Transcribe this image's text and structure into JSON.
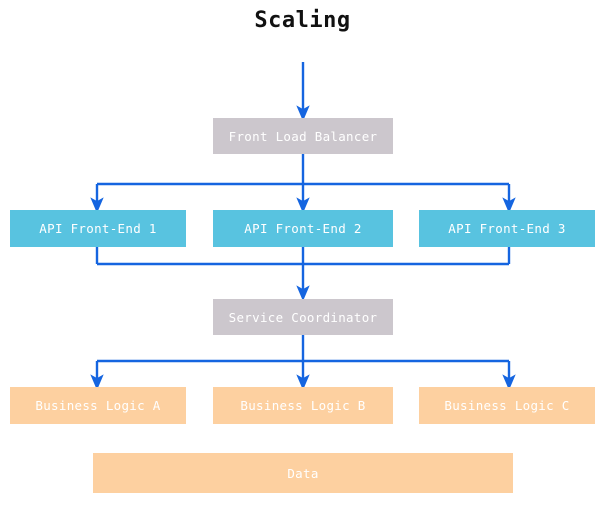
{
  "diagram": {
    "title": "Scaling",
    "background_color": "#ffffff",
    "title_color": "#111111",
    "edge_color": "#1565e0",
    "palette": {
      "gray": "#ccc7cd",
      "cyan": "#58c3e0",
      "orange": "#fdd0a0",
      "node_text": "#ffffff"
    },
    "nodes": {
      "front_load_balancer": {
        "label": "Front Load Balancer",
        "color": "#ccc7cd",
        "tier": "balancer"
      },
      "api_front_end_1": {
        "label": "API Front-End 1",
        "color": "#58c3e0",
        "tier": "api"
      },
      "api_front_end_2": {
        "label": "API Front-End 2",
        "color": "#58c3e0",
        "tier": "api"
      },
      "api_front_end_3": {
        "label": "API Front-End 3",
        "color": "#58c3e0",
        "tier": "api"
      },
      "service_coordinator": {
        "label": "Service Coordinator",
        "color": "#ccc7cd",
        "tier": "coordinator"
      },
      "business_logic_a": {
        "label": "Business Logic A",
        "color": "#fdd0a0",
        "tier": "logic"
      },
      "business_logic_b": {
        "label": "Business Logic B",
        "color": "#fdd0a0",
        "tier": "logic"
      },
      "business_logic_c": {
        "label": "Business Logic C",
        "color": "#fdd0a0",
        "tier": "logic"
      },
      "data": {
        "label": "Data",
        "color": "#fdd0a0",
        "tier": "data"
      }
    },
    "edges": [
      {
        "from": "external-ingress",
        "to": "front_load_balancer",
        "style": "arrow"
      },
      {
        "from": "front_load_balancer",
        "to": "api_front_end_1",
        "style": "arrow"
      },
      {
        "from": "front_load_balancer",
        "to": "api_front_end_2",
        "style": "arrow"
      },
      {
        "from": "front_load_balancer",
        "to": "api_front_end_3",
        "style": "arrow"
      },
      {
        "from": "api_front_end_1",
        "to": "service_coordinator",
        "style": "arrow"
      },
      {
        "from": "api_front_end_2",
        "to": "service_coordinator",
        "style": "arrow"
      },
      {
        "from": "api_front_end_3",
        "to": "service_coordinator",
        "style": "arrow"
      },
      {
        "from": "service_coordinator",
        "to": "business_logic_a",
        "style": "arrow"
      },
      {
        "from": "service_coordinator",
        "to": "business_logic_b",
        "style": "arrow"
      },
      {
        "from": "service_coordinator",
        "to": "business_logic_c",
        "style": "arrow"
      }
    ]
  }
}
